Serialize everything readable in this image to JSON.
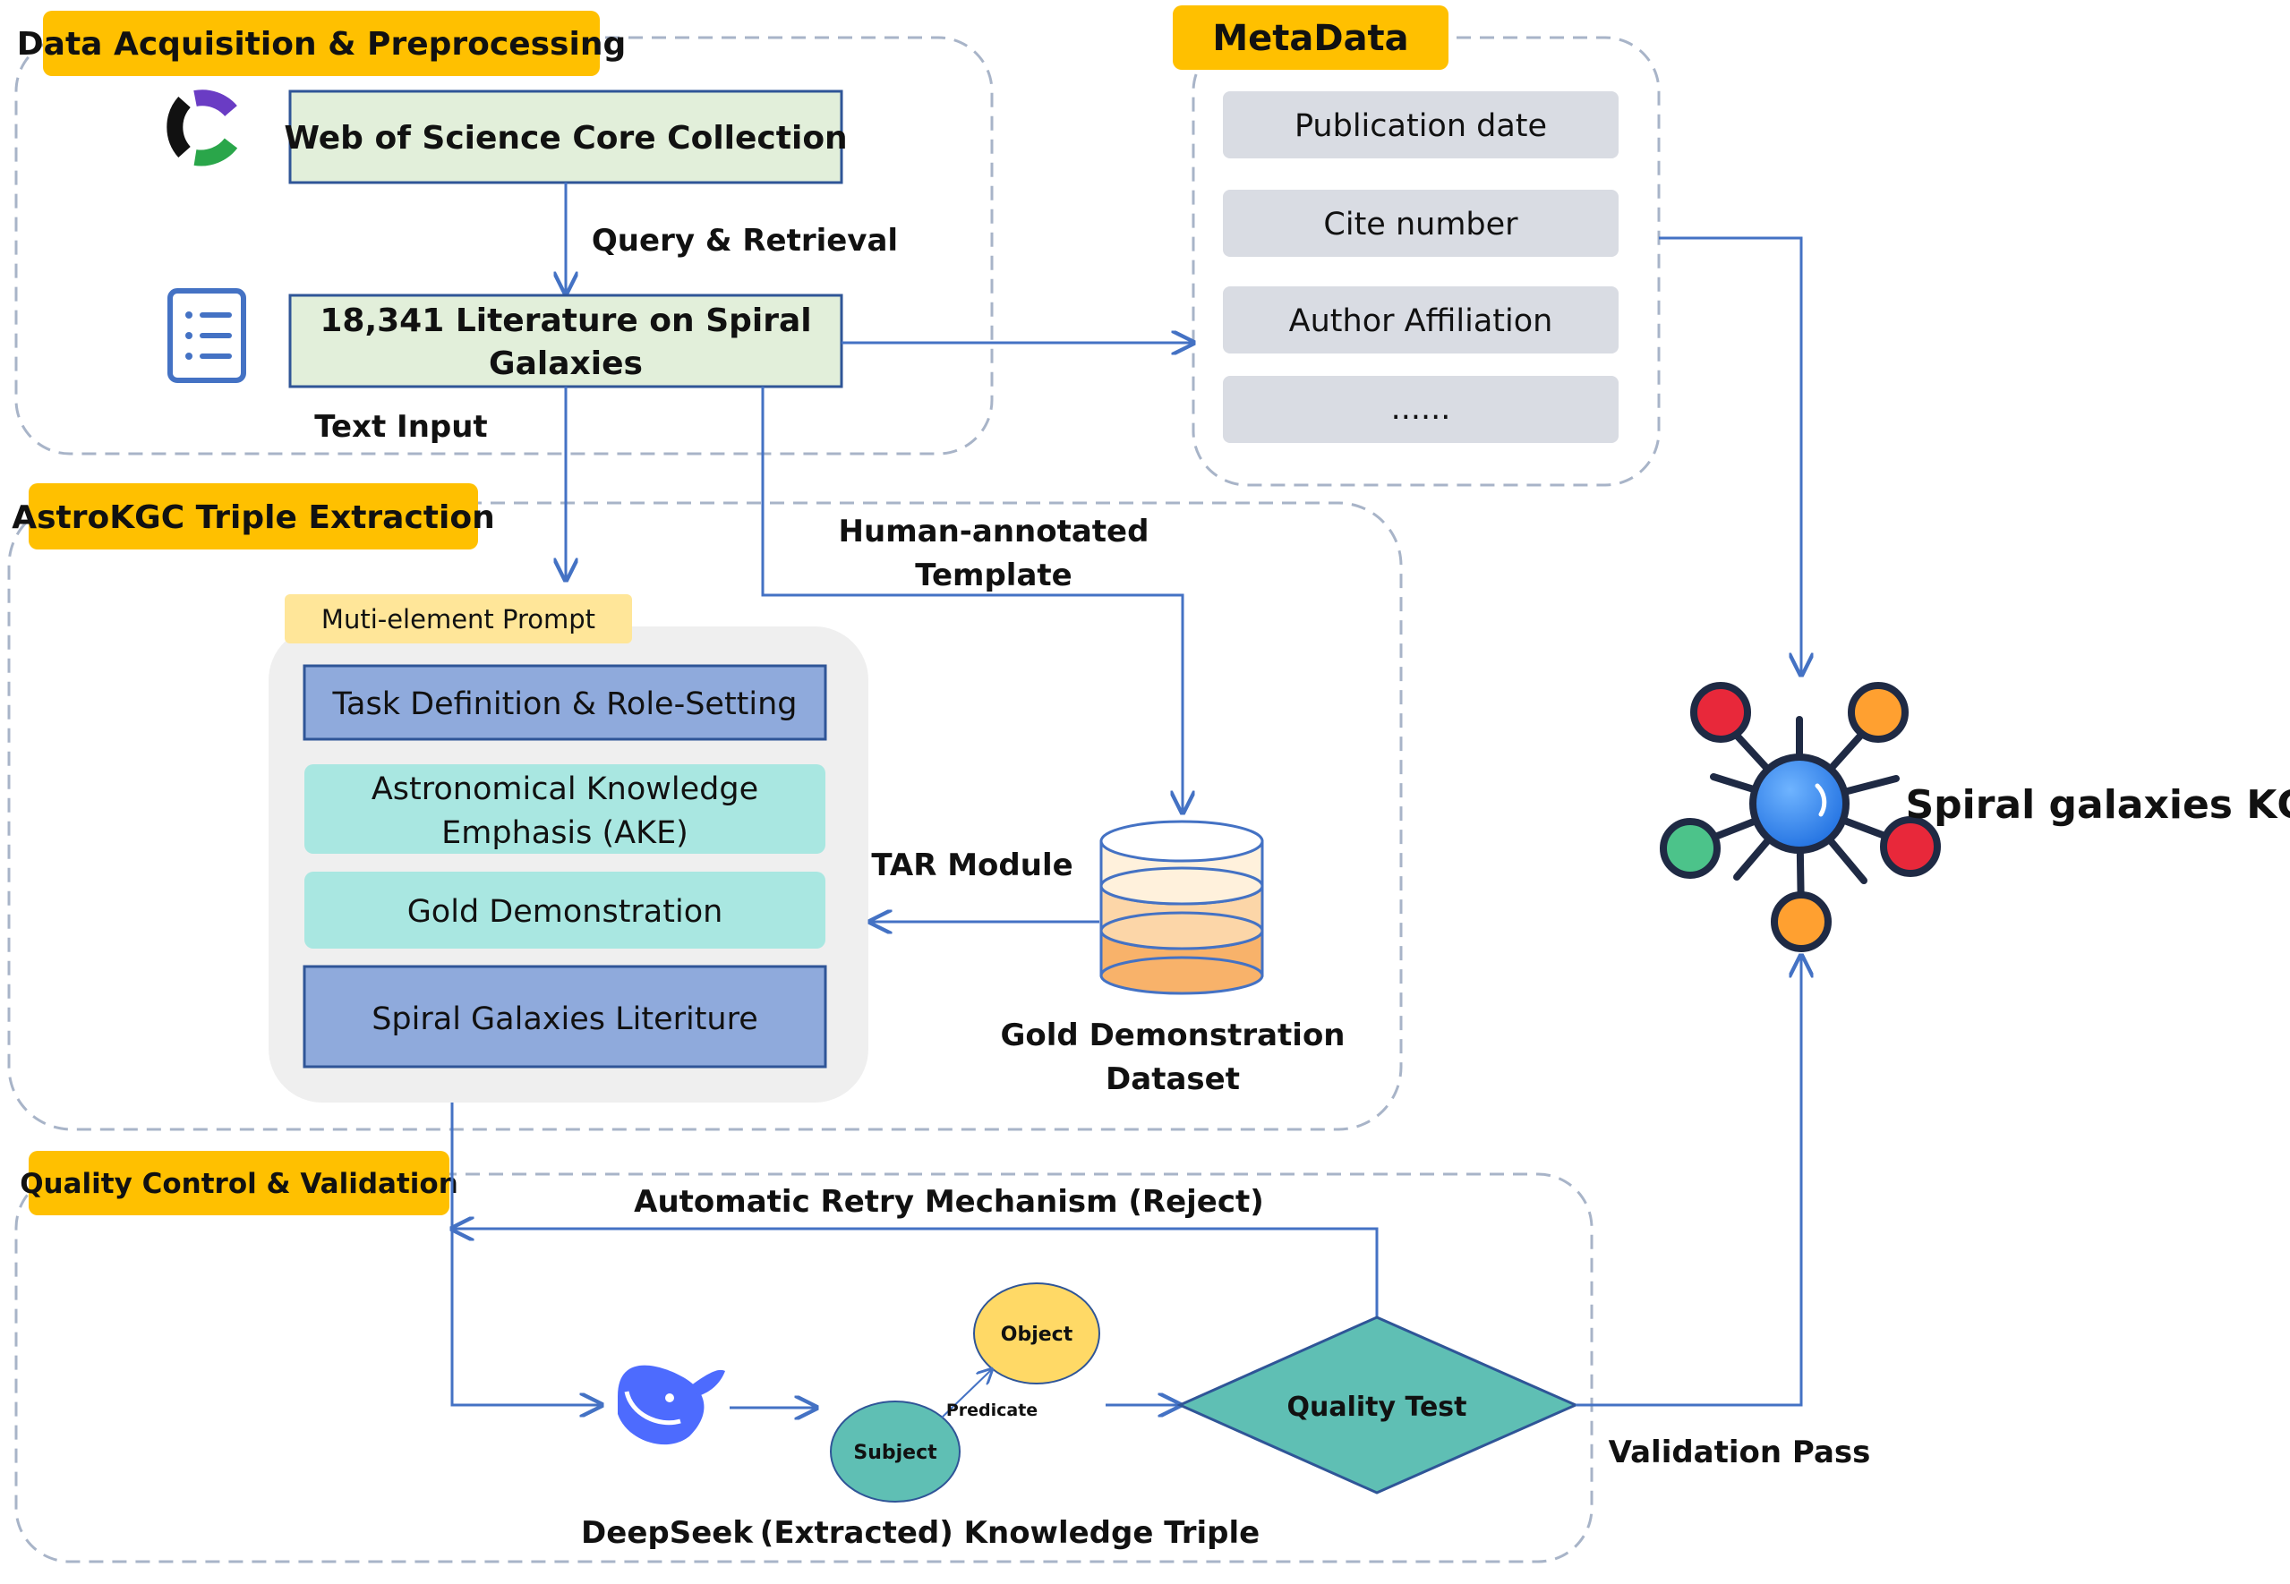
{
  "sections": {
    "acquisition": "Data Acquisition & Preprocessing",
    "metadata": "MetaData",
    "extraction": "AstroKGC Triple Extraction",
    "quality": "Quality Control & Validation"
  },
  "acquisition": {
    "source_box": "Web of Science Core Collection",
    "query_label": "Query & Retrieval",
    "literature_line1": "18,341 Literature on Spiral",
    "literature_line2": "Galaxies",
    "text_input": "Text Input"
  },
  "metadata": {
    "items": [
      "Publication date",
      "Cite number",
      "Author Affiliation",
      "......"
    ]
  },
  "extraction": {
    "prompt_tag": "Muti-element Prompt",
    "prompt_items": [
      {
        "line1": "Task Definition & Role-Setting",
        "line2": ""
      },
      {
        "line1": "Astronomical Knowledge",
        "line2": "Emphasis (AKE)"
      },
      {
        "line1": "Gold Demonstration",
        "line2": ""
      },
      {
        "line1": "Spiral Galaxies Literiture",
        "line2": ""
      }
    ],
    "template_line1": "Human-annotated",
    "template_line2": "Template",
    "tar_module": "TAR Module",
    "gold_line1": "Gold Demonstration",
    "gold_line2": "Dataset"
  },
  "quality": {
    "retry": "Automatic Retry Mechanism (Reject)",
    "deepseek": "DeepSeek",
    "object": "Object",
    "predicate": "Predicate",
    "subject": "Subject",
    "triple_caption": "(Extracted) Knowledge Triple",
    "quality_test": "Quality Test",
    "validation_pass": "Validation Pass"
  },
  "kg": {
    "title": "Spiral galaxies KG"
  },
  "colors": {
    "section_tag": "#ffc000",
    "arrow": "#4472c4",
    "source_fill": "#e2efda",
    "meta_item": "#d9dce3",
    "prompt_dark": "#8faadc",
    "prompt_light": "#a9e7e1",
    "diamond": "#5fbfb4",
    "subject": "#5fbfb4",
    "object": "#ffd966"
  }
}
